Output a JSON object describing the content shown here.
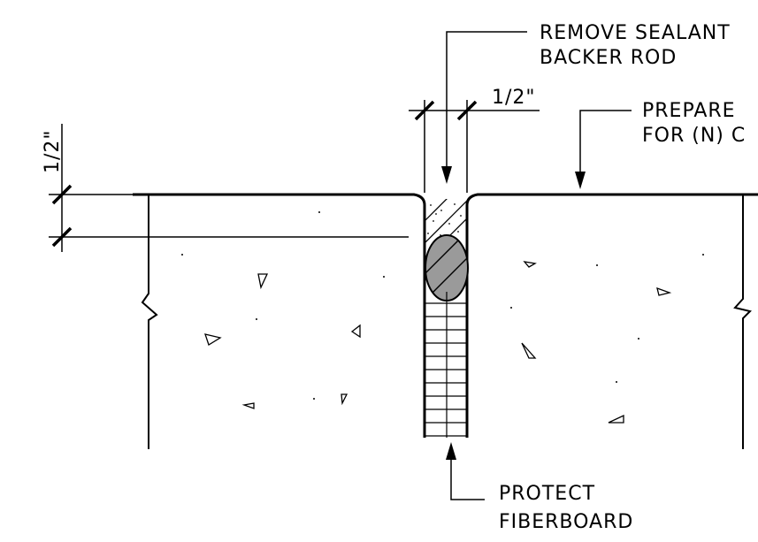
{
  "annotations": {
    "remove_sealant_line1": "REMOVE SEALANT",
    "remove_sealant_line2": "BACKER ROD",
    "prepare_line1": "PREPARE",
    "prepare_line2": "FOR (N) C",
    "protect_line1": "PROTECT",
    "protect_line2": "FIBERBOARD"
  },
  "dimensions": {
    "joint_width": "1/2\"",
    "sealant_depth": "1/2\""
  },
  "colors": {
    "line": "#000000",
    "backer_rod_fill": "#9a9a9a",
    "background": "#ffffff"
  }
}
